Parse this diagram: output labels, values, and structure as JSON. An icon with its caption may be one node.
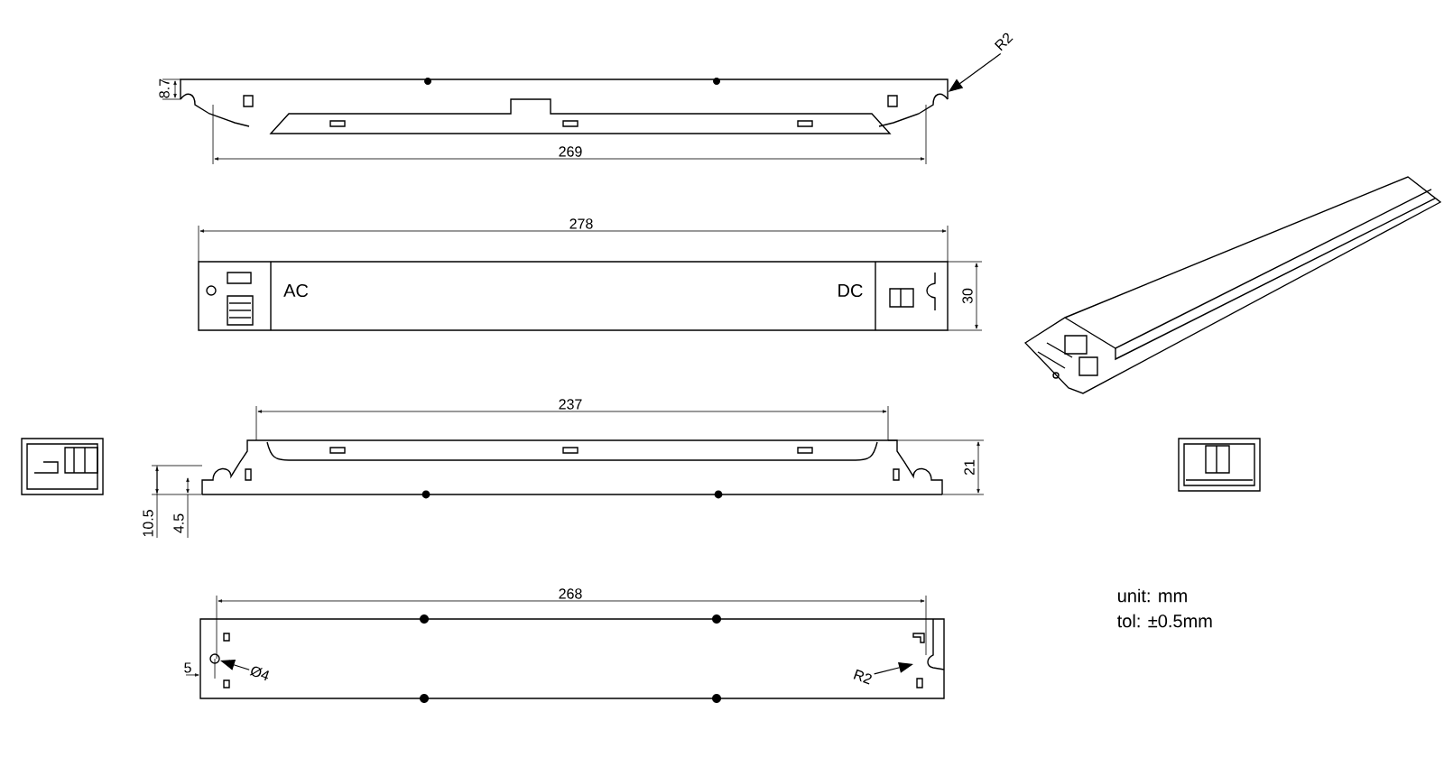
{
  "diagram": {
    "nodes": [
      {
        "text": [
          "R2"
        ]
      },
      {
        "text": [],
        "shape": "picture"
      },
      {
        "text": [
          "Ø4"
        ]
      },
      {
        "text": [
          "R2"
        ]
      }
    ],
    "edges": [
      {
        "from": 0,
        "to": 1,
        "arrow": "to"
      },
      {
        "from": 2,
        "to": null,
        "arrow": "to"
      },
      {
        "from": 3,
        "to": null,
        "arrow": "to"
      }
    ],
    "labels": [
      "8.7",
      "269",
      "278",
      "AC",
      "DC",
      "30",
      "237",
      "21",
      "10.5",
      "4.5",
      "268",
      "unit:  mm",
      "tol:  ±0.5mm",
      "5"
    ]
  }
}
